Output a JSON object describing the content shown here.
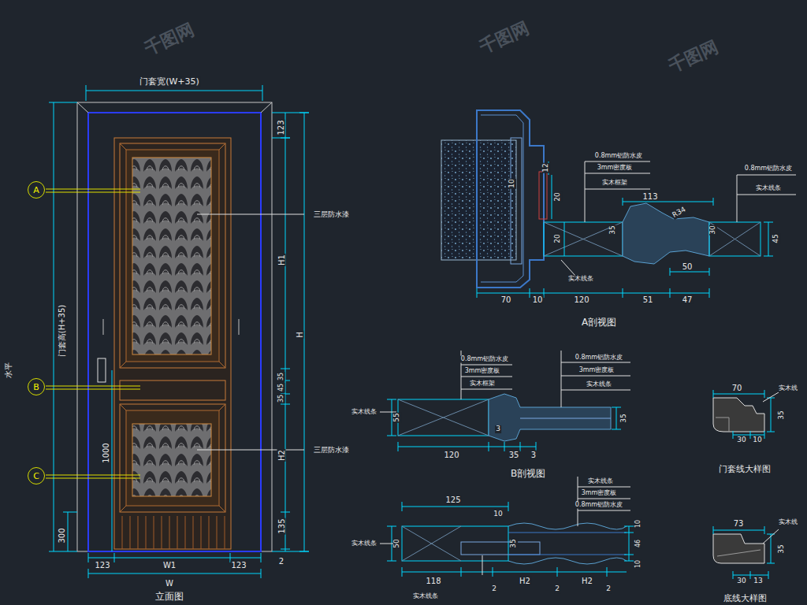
{
  "diagram": {
    "nodes": [
      {
        "text": [
          "A"
        ]
      },
      {
        "text": [
          "B"
        ]
      },
      {
        "text": [
          "C"
        ]
      }
    ],
    "labels": [
      "门套宽(W+35)",
      "123",
      "H1",
      "H",
      "35",
      "45",
      "35",
      "H2",
      "135",
      "2",
      "门套高(H+35)",
      "水平",
      "1000",
      "300",
      "123",
      "W1",
      "123",
      "W",
      "立面图",
      "三层防水漆",
      "三层防水漆",
      "0.8mm铝防水皮",
      "3mm密度板",
      "实木框架",
      "0.8mm铝防水皮",
      "实木线条",
      "10",
      "12",
      "20",
      "113",
      "R34",
      "35",
      "20",
      "30",
      "50",
      "45",
      "实木线条",
      "70",
      "10",
      "120",
      "51",
      "47",
      "A剖视图",
      "0.8mm铝防水皮",
      "3mm密度板",
      "实木框架",
      "0.8mm铝防水皮",
      "3mm密度板",
      "实木线条",
      "实木线条",
      "55",
      "35",
      "3",
      "120",
      "35",
      "3",
      "B剖视图",
      "125",
      "10",
      "实木线条",
      "3mm密度板",
      "0.8mm铝防水皮",
      "实木线条",
      "50",
      "35",
      "10",
      "46",
      "10",
      "118",
      "2",
      "H2",
      "2",
      "H2",
      "2",
      "实木线条",
      "70",
      "实木线",
      "35",
      "30",
      "10",
      "门套线大样图",
      "73",
      "实木线",
      "35",
      "30",
      "13",
      "底线大样图",
      "千图网",
      "千图网",
      "千图网"
    ]
  }
}
